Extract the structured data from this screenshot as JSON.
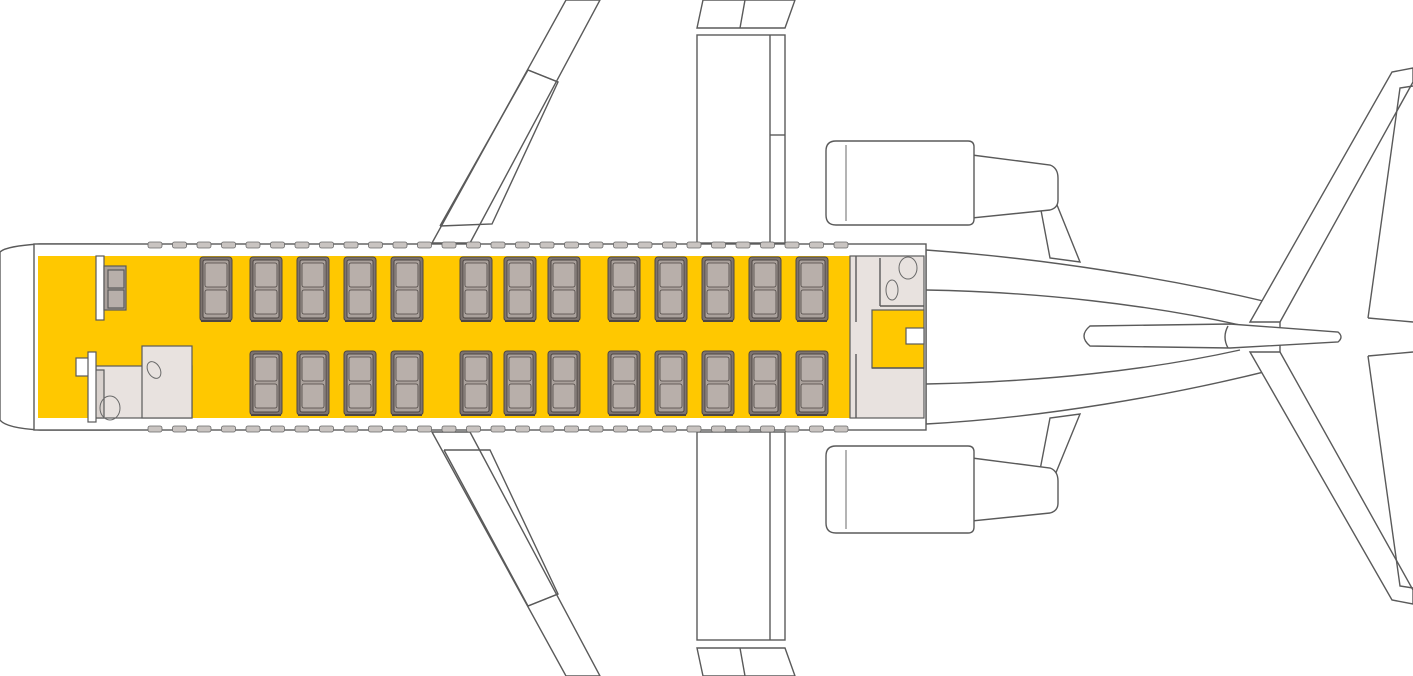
{
  "colors": {
    "cabin": "#ffc800",
    "seat": "#aaa19c",
    "seat_back": "#7d7470",
    "galley": "#e8e2df",
    "outline": "#5a5a5a"
  },
  "layout": {
    "top_row_seats": 13,
    "bottom_row_seats": 12,
    "lavatories": 2,
    "galleys": 2
  }
}
